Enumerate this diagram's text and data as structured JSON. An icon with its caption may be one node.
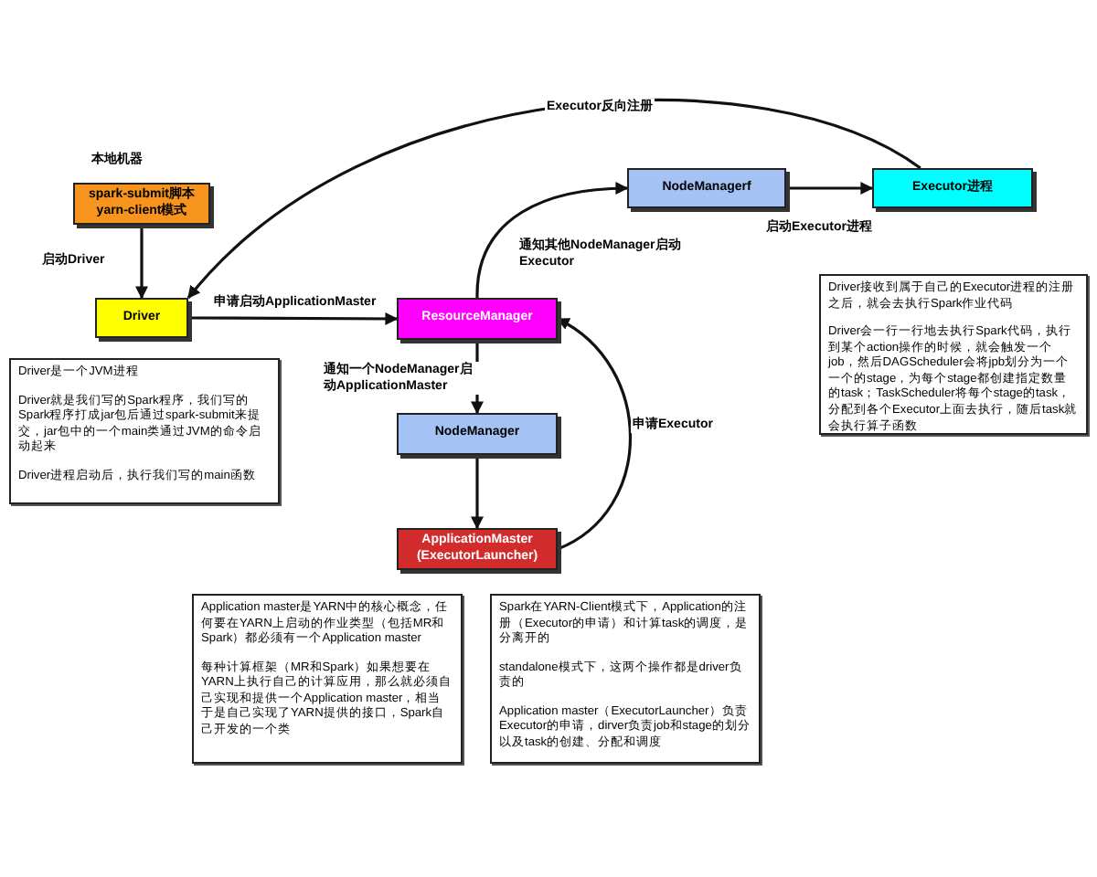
{
  "diagram": {
    "nodes": [
      {
        "text": [
          "本地机器",
          "spark-submit脚本 yarn-client模式"
        ]
      },
      {
        "text": [
          "Driver"
        ]
      },
      {
        "text": [
          "ResourceManager"
        ]
      },
      {
        "text": [
          "NodeManager"
        ]
      },
      {
        "text": [
          "ApplicationMaster (ExecutorLauncher)"
        ]
      },
      {
        "text": [
          "NodeManagerf"
        ]
      },
      {
        "text": [
          "Executor进程"
        ]
      },
      {
        "text": [
          "Driver是一个JVM进程",
          "Driver就是我们写的Spark程序，我们写的Spark程序打成jar包后通过spark-submit来提交，jar包中的一个main类通过JVM的命令启动起来",
          "Driver进程启动后，执行我们写的main函数"
        ]
      },
      {
        "text": [
          "Driver接收到属于自己的Executor进程的注册之后，就会去执行Spark作业代码",
          "Driver会一行一行地去执行Spark代码，执行到某个action操作的时候，就会触发一个job，然后DAGScheduler会将jpb划分为一个一个的stage，为每个stage都创建指定数量的task；TaskScheduler将每个stage的task，分配到各个Executor上面去执行，随后task就会执行算子函数"
        ]
      },
      {
        "text": [
          "Application master是YARN中的核心概念，任何要在YARN上启动的作业类型（包括MR和Spark）都必须有一个Application master",
          "每种计算框架（MR和Spark）如果想要在YARN上执行自己的计算应用，那么就必须自己实现和提供一个Application master，相当于是自己实现了YARN提供的接口，Spark自己开发的一个类"
        ]
      },
      {
        "text": [
          "Spark在YARN-Client模式下，Application的注册（Executor的申请）和计算task的调度，是分离开的",
          "standalone模式下，这两个操作都是driver负责的",
          "Application master（ExecutorLauncher）负责Executor的申请，dirver负责job和stage的划分以及task的创建、分配和调度"
        ]
      }
    ],
    "edges": [
      {
        "from": 0,
        "to": 1,
        "arrow": "to",
        "label": "启动Driver"
      },
      {
        "from": 1,
        "to": 2,
        "arrow": "to",
        "label": "申请启动ApplicationMaster"
      },
      {
        "from": 2,
        "to": 3,
        "arrow": "to",
        "label": "通知一个NodeManager启动ApplicationMaster"
      },
      {
        "from": 3,
        "to": 4,
        "arrow": "to"
      },
      {
        "from": 4,
        "to": 2,
        "arrow": "to",
        "label": "申请Executor"
      },
      {
        "from": 2,
        "to": 5,
        "arrow": "to",
        "label": "通知其他NodeManager启动Executor"
      },
      {
        "from": 5,
        "to": 6,
        "arrow": "to",
        "label": "启动Executor进程"
      },
      {
        "from": 6,
        "to": 1,
        "arrow": "to",
        "label": "Executor反向注册"
      }
    ]
  }
}
